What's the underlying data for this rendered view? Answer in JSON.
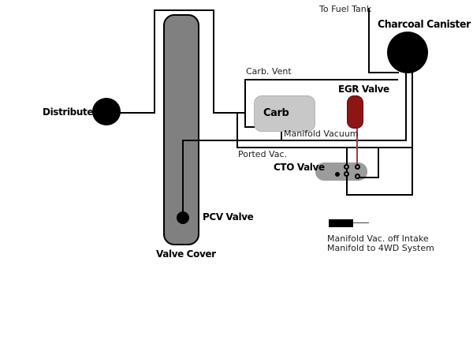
{
  "diagram": {
    "nodes": {
      "distributer": "Distributer",
      "charcoal_canister": "Charcoal Canister",
      "carb": "Carb",
      "egr_valve": "EGR Valve",
      "cto_valve": "CTO Valve",
      "pcv_valve": "PCV Valve",
      "valve_cover": "Valve Cover"
    },
    "hoses": {
      "to_fuel_tank": "To Fuel Tank",
      "carb_vent": "Carb. Vent",
      "manifold_vacuum": "Manifold Vacuum",
      "ported_vac": "Ported Vac."
    },
    "legend": {
      "line1": "Manifold Vac. off Intake",
      "line2": "Manifold to 4WD System"
    },
    "colors": {
      "hose_line": "#000000",
      "egr_valve_fill": "#8e1515",
      "egr_hose_line": "#9b4040",
      "valve_cover_fill": "#808080",
      "carb_fill": "#c8c8c8",
      "cto_valve_fill": "#9c9c9c",
      "component_fill": "#000000",
      "background": "#ffffff"
    }
  }
}
